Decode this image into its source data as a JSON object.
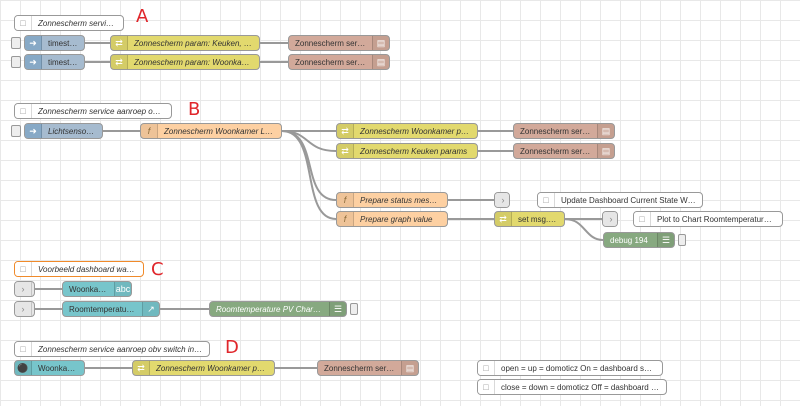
{
  "sections": {
    "a": {
      "letter": "A",
      "comment": "Zonnescherm service test",
      "inject1": "timestamp",
      "inject2": "timestamp",
      "change1": "Zonnescherm param: Keuken, close",
      "change2": "Zonnescherm param: Woonkamer, open",
      "service1": "Zonnescherm service",
      "service2": "Zonnescherm service"
    },
    "b": {
      "letter": "B",
      "comment": "Zonnescherm service aanroep obv logica",
      "inject": "Lichtsensor dummy",
      "logic": "Zonnescherm Woonkamer Logica",
      "change_woonkamer": "Zonnescherm Woonkamer params",
      "change_keuken": "Zonnescherm Keuken params",
      "service1": "Zonnescherm service",
      "service2": "Zonnescherm service",
      "prepare_status": "Prepare status message",
      "prepare_graph": "Prepare graph value",
      "set_topic": "set msg.topic",
      "debug": "debug 194",
      "comment_update": "Update Dashboard Current State Woonkamer",
      "comment_plot": "Plot to Chart Roomtemperature PV"
    },
    "c": {
      "letter": "C",
      "comment": "Voorbeeld dashboard waarden",
      "ui_woonkamer": "Woonkamer",
      "ui_roomtemp": "Roomtemperature PV",
      "chart_state": "Roomtemperature PV Chart State"
    },
    "d": {
      "letter": "D",
      "comment": "Zonnescherm service aanroep obv switch in dashboard",
      "switch": "Woonkamer",
      "change": "Zonnescherm Woonkamer params",
      "service": "Zonnescherm service",
      "note1": "open = up = domoticz On = dashboard switch off",
      "note2": "close = down = domoticz Off = dashboard switch on"
    }
  },
  "colors": {
    "inject": "#a6bbcf",
    "change": "#e2d96e",
    "function": "#fdd0a2",
    "service": "#d2a99a",
    "ui": "#77c5cb",
    "debug": "#87a980",
    "letter": "#e0262b"
  },
  "icons": {
    "comment": "comment-icon",
    "inject": "arrow-right-icon",
    "change": "shuffle-icon",
    "function": "function-icon",
    "service": "service-icon",
    "ui_text": "text-icon",
    "chart": "chart-icon",
    "debug": "bug-icon",
    "switch": "toggle-icon"
  }
}
